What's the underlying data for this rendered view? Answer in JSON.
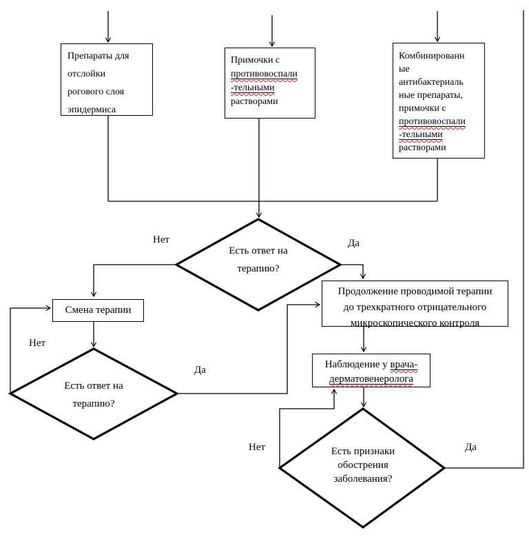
{
  "boxes": {
    "peel": {
      "lines": [
        "Препараты для",
        "отслойки",
        "рогового слоя",
        "эпидермиса"
      ]
    },
    "lotion": {
      "lines": [
        "Примочки с",
        "противовоспали",
        "-тельными",
        "растворами"
      ]
    },
    "combo": {
      "lines": [
        "Комбинированн",
        "ые",
        "антибактериаль",
        "ные препараты,",
        "примочки с",
        "противовоспали",
        "-тельными",
        "растворами"
      ]
    },
    "change": {
      "label": "Смена терапии"
    },
    "continue": {
      "lines": [
        "Продолжение проводимой терапии",
        "до трехкратного отрицательного",
        "микроскопического контроля"
      ]
    },
    "observe": {
      "prefix": "Наблюдение у ",
      "term1": "врача-",
      "term2": "дерматовенеролога"
    }
  },
  "decisions": {
    "d1": {
      "lines": [
        "Есть ответ на",
        "терапию?"
      ]
    },
    "d2": {
      "lines": [
        "Есть ответ на",
        "терапию?"
      ]
    },
    "d3": {
      "lines": [
        "Есть признаки",
        "обострения",
        "заболевания?"
      ]
    }
  },
  "labels": {
    "yes": "Да",
    "no": "Нет"
  },
  "colors": {
    "line": "#000000",
    "background": "#ffffff",
    "spellcheck_underline": "#e81123"
  }
}
